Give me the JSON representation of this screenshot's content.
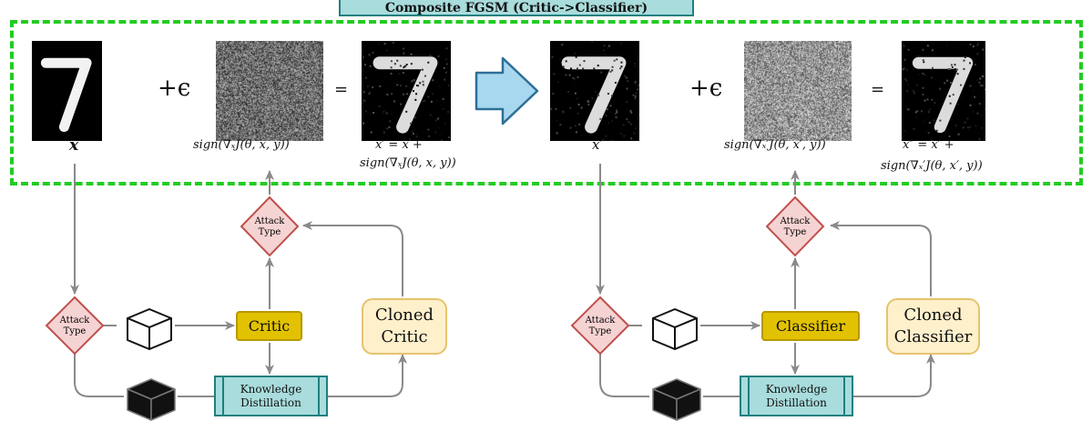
{
  "title": "Composite FGSM (Critic->Classifier)",
  "top_row": {
    "x_label": "x",
    "plus_eps": "+ϵ",
    "eq": "=",
    "noise1_label": "sign(∇ₓJ(θ, x, y))",
    "xprime_line1": "x′ = x +",
    "xprime_line2": "sign(∇ₓJ(θ, x, y))",
    "xprime_label": "x′",
    "noise2_label": "sign(∇ₓ′J(θ, x′, y))",
    "xdprime_line1": "x″ = x′ +",
    "xdprime_line2": "sign(∇ₓ′J(θ, x′, y))"
  },
  "left_flow": {
    "attack_type": [
      "Attack",
      "Type"
    ],
    "critic": "Critic",
    "cloned": [
      "Cloned",
      "Critic"
    ],
    "kd": [
      "Knowledge",
      "Distillation"
    ]
  },
  "right_flow": {
    "attack_type": [
      "Attack",
      "Type"
    ],
    "classifier": "Classifier",
    "cloned": [
      "Cloned",
      "Classifier"
    ],
    "kd": [
      "Knowledge",
      "Distillation"
    ]
  },
  "colors": {
    "green_dash": "#22cc22",
    "teal": "#a9dcdc",
    "gold": "#e2c200",
    "cream": "#fff0cc",
    "diamond": "#f6d3d3",
    "arrow_gray": "#8a8a8a",
    "big_arrow": "#a8d8ef"
  },
  "icons": [
    "white-box-cube-icon",
    "black-box-cube-icon",
    "right-arrow-icon",
    "digit-seven-icon",
    "noise-pattern-icon"
  ]
}
